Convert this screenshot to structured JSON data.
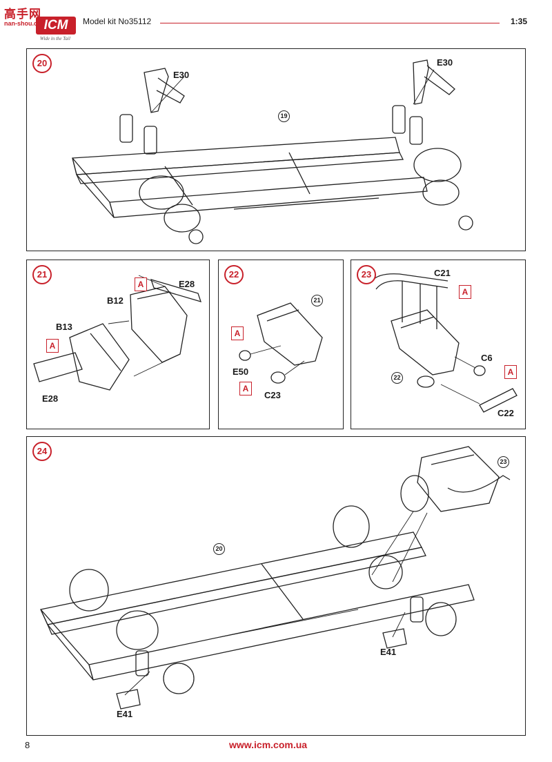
{
  "header": {
    "logo_text": "高手网",
    "logo_url": "nan-shou.com",
    "logo_brand": "ICM",
    "logo_tagline": "Wide in the Tail",
    "kit_label": "Model kit No35112",
    "scale": "1:35"
  },
  "steps": [
    {
      "number": "20",
      "refs": [
        "19"
      ],
      "parts": [
        "E30",
        "E30"
      ]
    },
    {
      "number": "21",
      "parts": [
        "E28",
        "B12",
        "B13",
        "E28"
      ],
      "markers": [
        "A",
        "A"
      ]
    },
    {
      "number": "22",
      "refs": [
        "21"
      ],
      "parts": [
        "E50",
        "C23"
      ],
      "markers": [
        "A",
        "A"
      ]
    },
    {
      "number": "23",
      "refs": [
        "22"
      ],
      "parts": [
        "C21",
        "C6",
        "C22"
      ],
      "markers": [
        "A",
        "A"
      ]
    },
    {
      "number": "24",
      "refs": [
        "20",
        "23"
      ],
      "parts": [
        "E41",
        "E41"
      ]
    }
  ],
  "footer": {
    "page_number": "8",
    "website": "www.icm.com.ua"
  },
  "colors": {
    "accent": "#c8202a",
    "line": "#222222"
  }
}
